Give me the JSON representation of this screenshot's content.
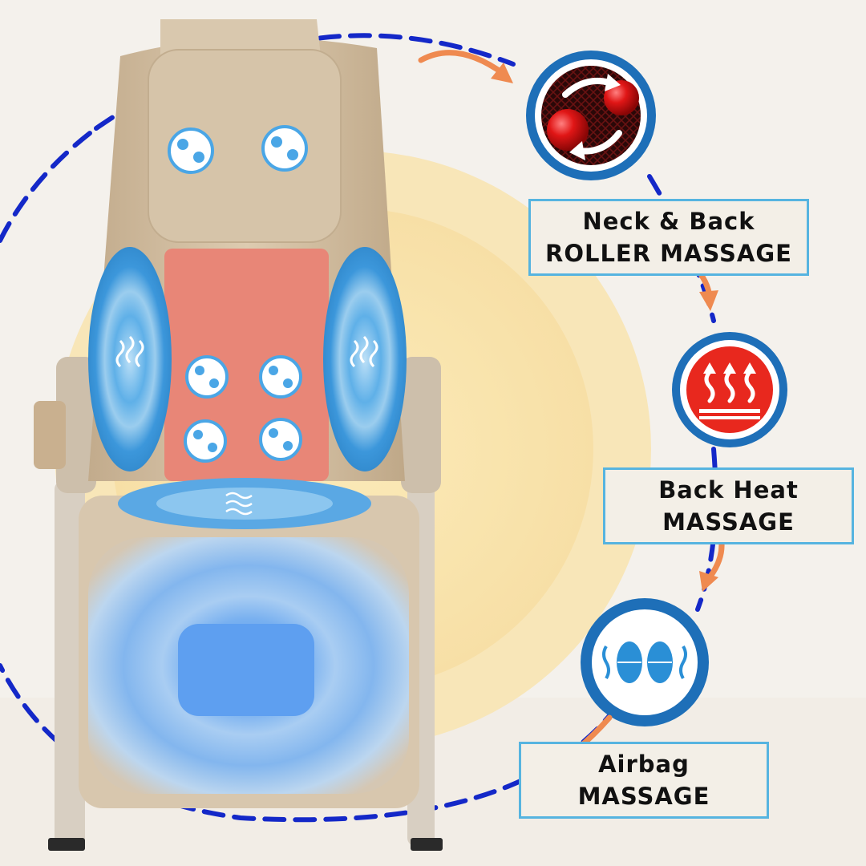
{
  "features": [
    {
      "icon": "roller-massage-icon",
      "line1": "Neck & Back",
      "line2": "ROLLER MASSAGE"
    },
    {
      "icon": "heat-icon",
      "line1": "Back Heat",
      "line2": "MASSAGE"
    },
    {
      "icon": "airbag-icon",
      "line1": "Airbag",
      "line2": "MASSAGE"
    }
  ],
  "colors": {
    "dash": "#1428c8",
    "arrow": "#ef8a50",
    "icon_ring": "#1e6fb8",
    "roller_ball": "#e01616",
    "heat": "#e8281e",
    "airbag_blue": "#2a8fd6",
    "box_border": "#56b4e0",
    "chair_beige": "#d2bfa2",
    "back_pad": "#e88677",
    "air_blue": "#4da0e4",
    "glow": "#f7dfa6"
  }
}
